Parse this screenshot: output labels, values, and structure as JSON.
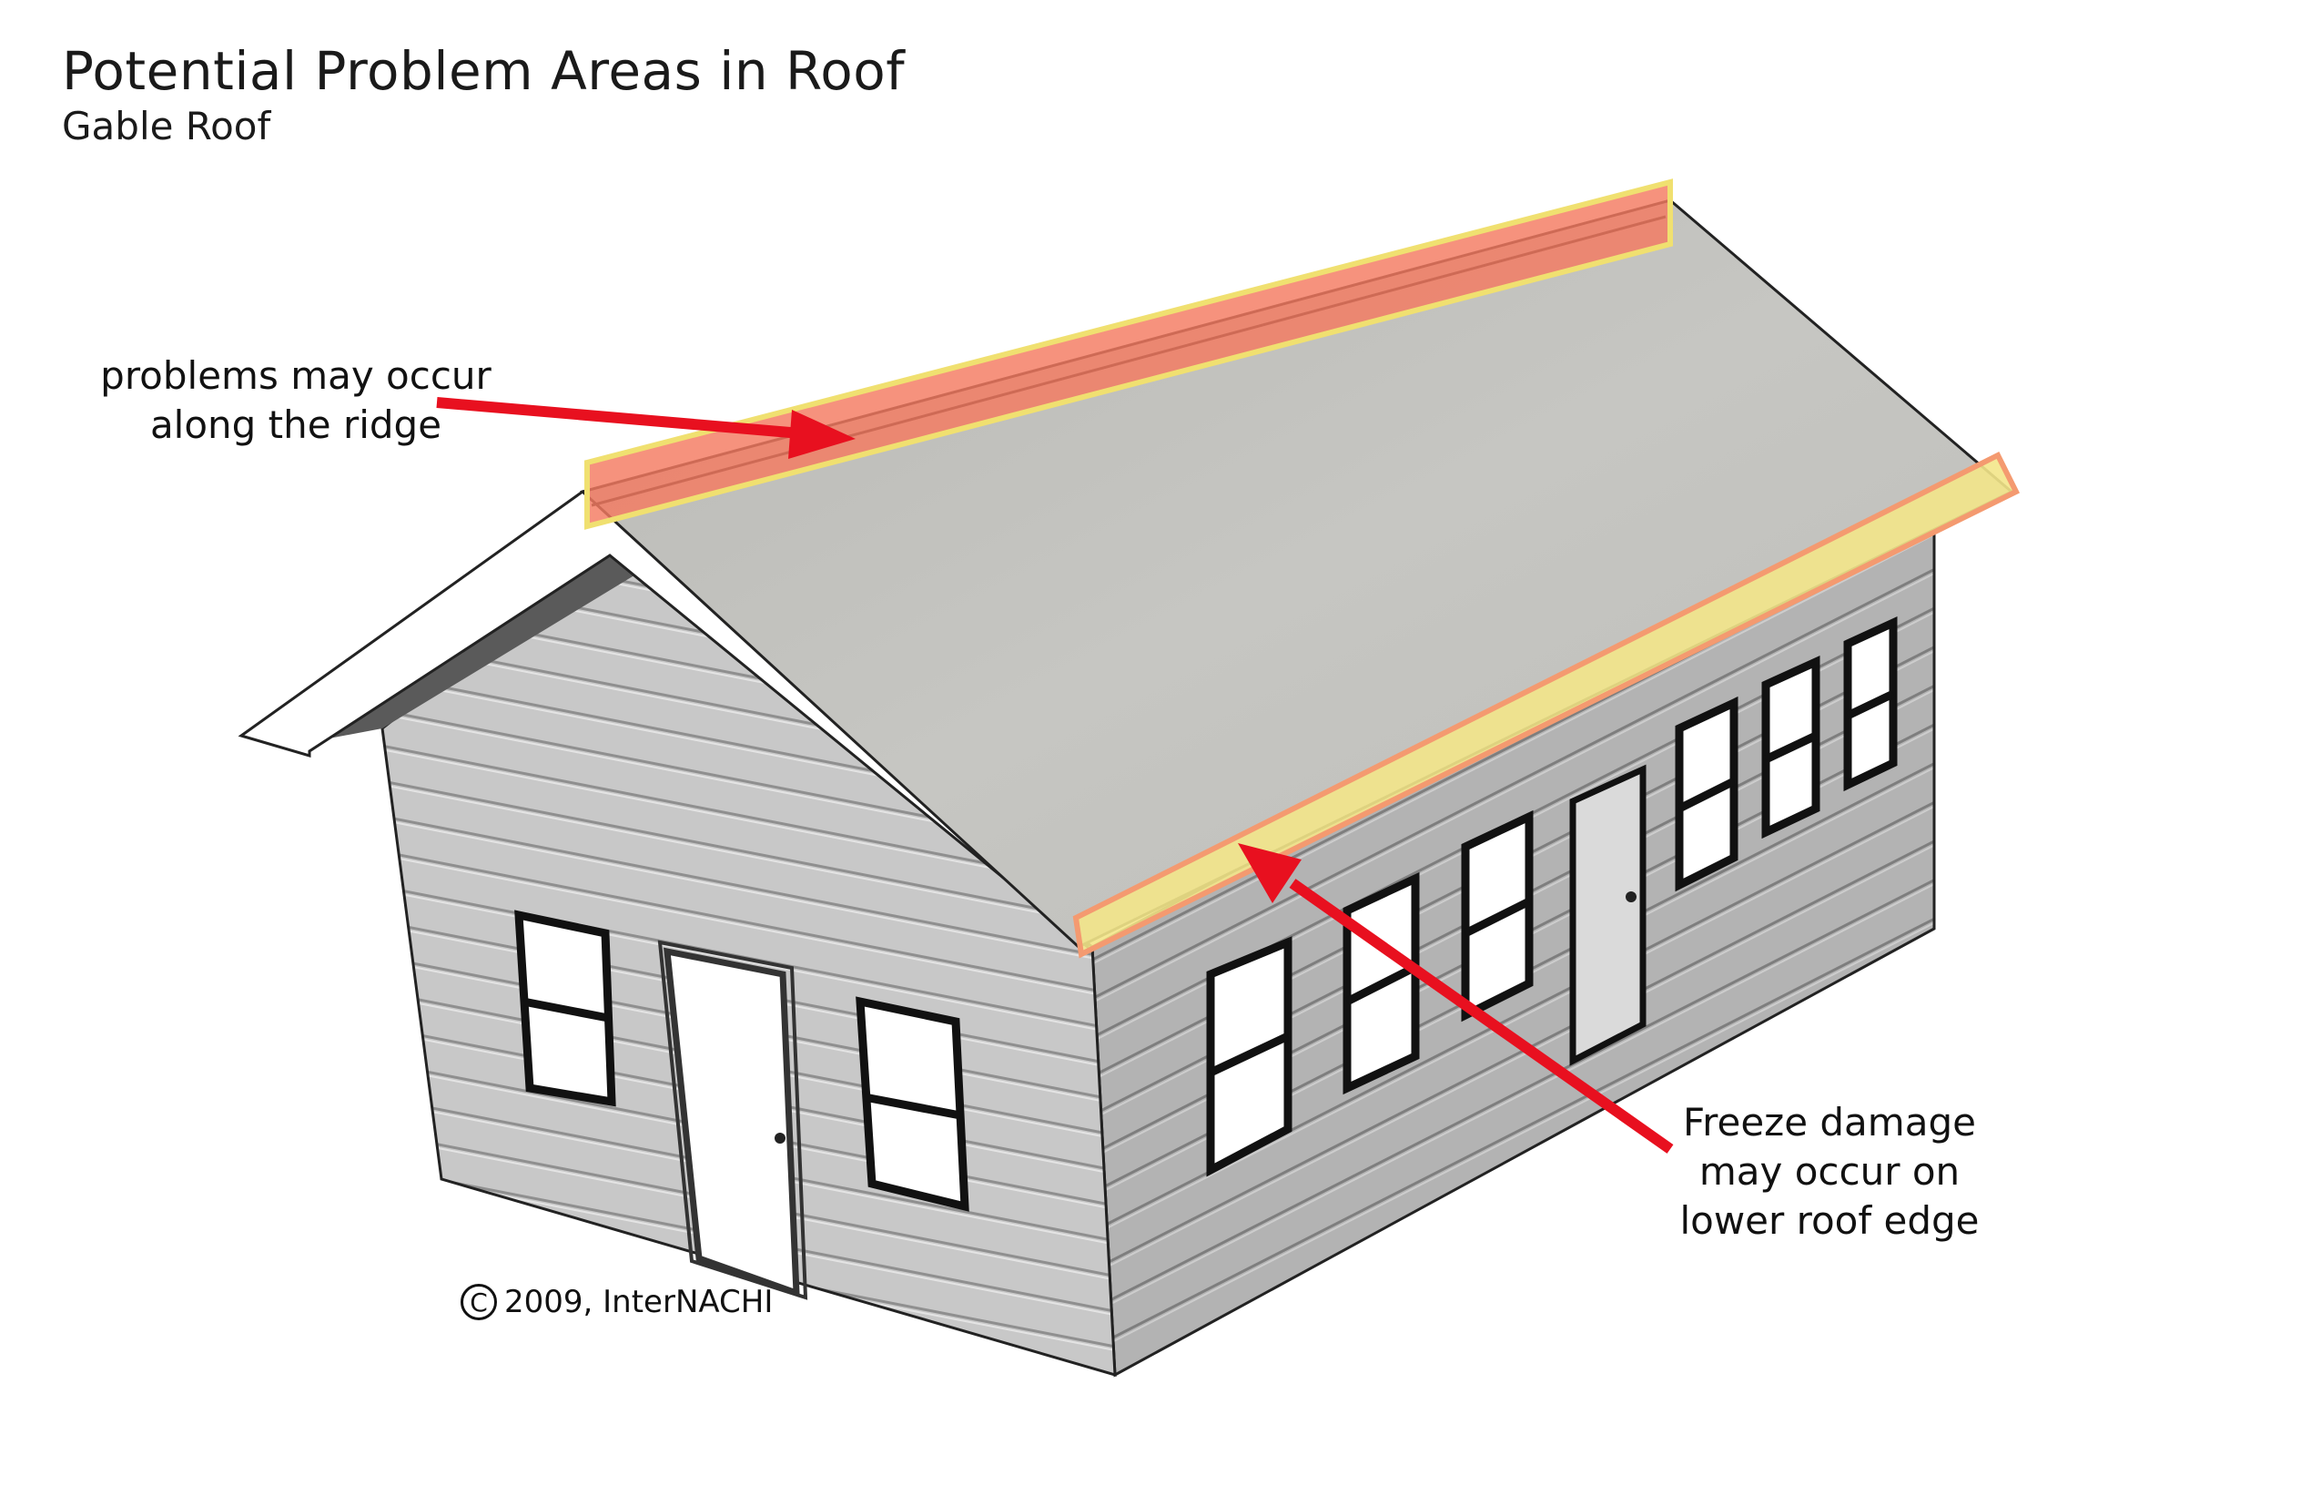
{
  "title": "Potential Problem Areas in Roof",
  "subtitle": "Gable Roof",
  "callouts": {
    "ridge": [
      "problems may occur",
      "along the ridge"
    ],
    "eave": [
      "Freeze damage",
      "may occur on",
      "lower roof edge"
    ]
  },
  "copyright": {
    "symbol": "C",
    "text": "2009, InterNACHI"
  },
  "colors": {
    "ridge_highlight": "#f47a60",
    "eave_highlight": "#f3e58a",
    "arrow": "#e8101f",
    "roof": "#c4c4c0",
    "siding": "#c9c9c9",
    "trim": "#ffffff"
  }
}
